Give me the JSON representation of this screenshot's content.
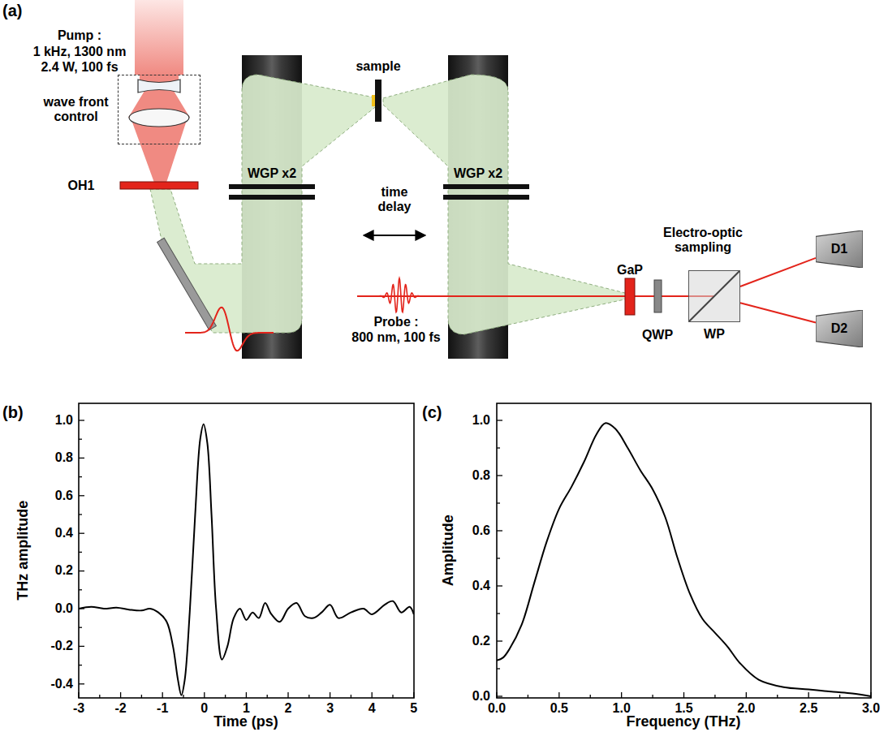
{
  "diagram": {
    "nodes": [
      {
        "text": [
          "wave front control"
        ]
      },
      {
        "text": [
          "WP"
        ]
      },
      {
        "text": [
          "D1"
        ]
      },
      {
        "text": [
          "D2"
        ]
      }
    ],
    "edges": [
      {
        "from": 1,
        "to": 2,
        "arrow": "none"
      },
      {
        "from": 1,
        "to": 3,
        "arrow": "none"
      }
    ],
    "labels": [
      "(a)",
      "Pump :",
      "1 kHz, 1300 nm",
      "2.4 W, 100 fs",
      "OH1",
      "WGP x2",
      "sample",
      "time delay",
      "WGP x2",
      "Electro-optic sampling",
      "Probe :",
      "800 nm, 100 fs",
      "GaP",
      "QWP",
      "(b)",
      "THz amplitude",
      "Time (ps)",
      "1.0",
      "0.8",
      "0.6",
      "0.4",
      "0.2",
      "0.0",
      "-0.2",
      "-0.4",
      "-3",
      "-2",
      "-1",
      "0",
      "1",
      "2",
      "3",
      "4",
      "5",
      "(c)",
      "Amplitude",
      "Frequency (THz)",
      "0.0",
      "0.2",
      "0.4",
      "0.6",
      "0.8",
      "1.0",
      "0.0",
      "0.5",
      "1.0",
      "1.5",
      "2.0",
      "2.5",
      "3.0"
    ]
  }
}
